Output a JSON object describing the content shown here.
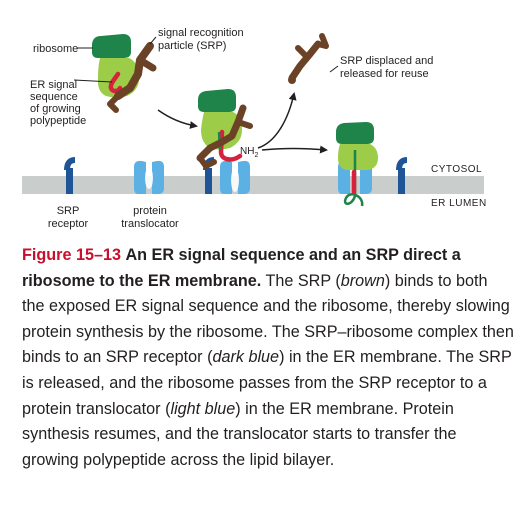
{
  "diagram": {
    "labels": {
      "ribosome": "ribosome",
      "srp_1": "signal recognition",
      "srp_2": "particle (SRP)",
      "er_signal_1": "ER signal",
      "er_signal_2": "sequence",
      "er_signal_3": "of growing",
      "er_signal_4": "polypeptide",
      "displaced_1": "SRP displaced and",
      "displaced_2": "released for reuse",
      "nh2": "NH",
      "nh2_sub": "2",
      "cytosol": "CYTOSOL",
      "er_lumen": "ER LUMEN",
      "srp_receptor_1": "SRP",
      "srp_receptor_2": "receptor",
      "translocator_1": "protein",
      "translocator_2": "translocator"
    },
    "colors": {
      "ribosome_large": "#1e8449",
      "ribosome_small": "#9ccc48",
      "srp": "#6b4226",
      "signal_sequence": "#d6223d",
      "receptor": "#1f5596",
      "translocator": "#5bb0e4",
      "membrane": "#c9cdcc"
    }
  },
  "caption": {
    "figure_number": "Figure 15–13",
    "title": "An ER signal sequence and an SRP direct a ribosome to the ER membrane.",
    "p1": "The SRP (",
    "i1": "brown",
    "p2": ") binds to both the exposed ER signal sequence and the ribosome, thereby slowing protein synthesis by the ribosome. The SRP–ribosome complex then binds to an SRP receptor (",
    "i2": "dark blue",
    "p3": ") in the ER membrane. The SRP is released, and the ribosome passes from the SRP receptor to a protein translocator (",
    "i3": "light blue",
    "p4": ") in the ER membrane. Protein synthesis resumes, and the translocator starts to transfer the growing polypeptide across the lipid bilayer."
  }
}
